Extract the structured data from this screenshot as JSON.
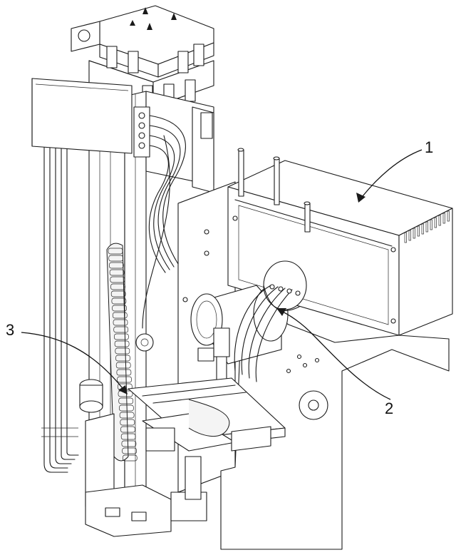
{
  "figure": {
    "callouts": [
      {
        "id": "1",
        "text": "1"
      },
      {
        "id": "2",
        "text": "2"
      },
      {
        "id": "3",
        "text": "3"
      }
    ]
  }
}
